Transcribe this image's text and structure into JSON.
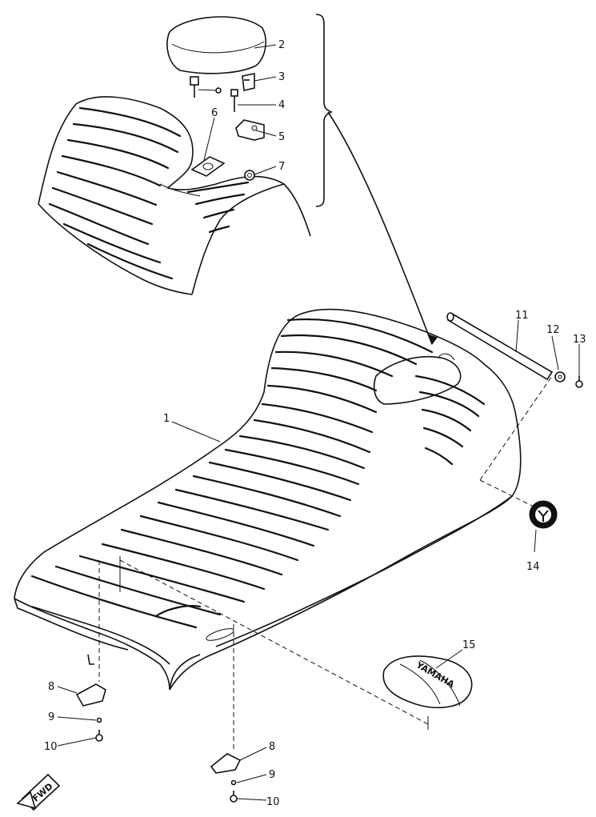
{
  "callouts": [
    "1",
    "2",
    "3",
    "4",
    "5",
    "6",
    "7",
    "8",
    "9",
    "10",
    "11",
    "12",
    "13",
    "14",
    "15"
  ],
  "callout_8_repeat": "8",
  "callout_9_repeat": "9",
  "callout_10_repeat": "10",
  "fwd_label": "FWD",
  "pouch_brand": "YAMAHA"
}
